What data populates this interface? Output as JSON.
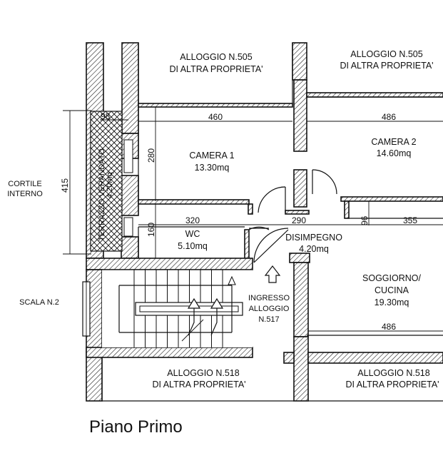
{
  "title": "Piano Primo",
  "rooms": {
    "alloggio_505_left": [
      "ALLOGGIO N.505",
      "DI ALTRA PROPRIETA'"
    ],
    "alloggio_505_right": [
      "ALLOGGIO N.505",
      "DI ALTRA PROPRIETA'"
    ],
    "alloggio_518_left": [
      "ALLOGGIO N.518",
      "DI ALTRA PROPRIETA'"
    ],
    "alloggio_518_right": [
      "ALLOGGIO N.518",
      "DI ALTRA PROPRIETA'"
    ],
    "camera1": [
      "CAMERA 1",
      "13.30mq"
    ],
    "camera2": [
      "CAMERA 2",
      "14.60mq"
    ],
    "wc": [
      "WC",
      "5.10mq"
    ],
    "disimpegno": [
      "DISIMPEGNO",
      "4.20mq"
    ],
    "soggiorno": [
      "SOGGIORNO/",
      "CUCINA",
      "19.30mq"
    ],
    "ingresso": [
      "INGRESSO",
      "ALLOGGIO",
      "N.517"
    ],
    "cortile": [
      "CORTILE",
      "INTERNO"
    ],
    "scala": "SCALA N.2",
    "terrazzo": "TERRAZZO VERANDATO",
    "terrazzo_area": "4.20mq"
  },
  "dimensions": {
    "d98": "98",
    "d460": "460",
    "d486_top": "486",
    "d280": "280",
    "d415": "415",
    "d320": "320",
    "d290": "290",
    "d96": "96",
    "d355": "355",
    "d160": "160",
    "d486_bottom": "486"
  }
}
